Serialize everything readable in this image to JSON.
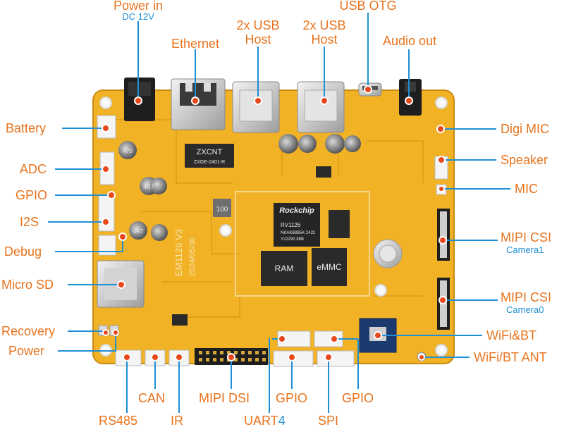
{
  "labels": {
    "power_in": "Power in",
    "dc_12v": "DC 12V",
    "ethernet": "Ethernet",
    "usb_host_1": [
      "2x USB",
      "Host"
    ],
    "usb_host_2": [
      "2x USB",
      "Host"
    ],
    "usb_otg": "USB OTG",
    "audio_out": "Audio out",
    "battery": "Battery",
    "adc": "ADC",
    "gpio_left": "GPIO",
    "i2s": "I2S",
    "debug": "Debug",
    "micro_sd": "Micro SD",
    "recovery": "Recovery",
    "power": "Power",
    "digi_mic": "Digi MIC",
    "speaker": "Speaker",
    "mic": "MIC",
    "mipi_csi_1": "MIPI CSI",
    "camera1": "Camera1",
    "mipi_csi_0": "MIPI CSI",
    "camera0": "Camera0",
    "wifi_bt": "WiFi&BT",
    "wifi_bt_ant": "WiFi/BT ANT",
    "rs485": "RS485",
    "can": "CAN",
    "ir": "IR",
    "mipi_dsi": "MIPI DSI",
    "uart4": "UART",
    "uart4_num": "4",
    "gpio_bottom_1": "GPIO",
    "spi": "SPI",
    "gpio_bottom_2": "GPIO"
  },
  "board": {
    "soc_brand": "Rockchip",
    "soc_model": "RV1126",
    "soc_line2": "NKAK88B5K 2422",
    "soc_line3": "Y22290 88B",
    "ram": "RAM",
    "emmc": "eMMC",
    "eth_chip": "ZXCNT",
    "eth_chip_line2": "ZXGE-2401-R",
    "board_name": "EM1126 V3",
    "board_date": "2024/05/30",
    "inductor": "100",
    "cap_1": "470",
    "cap_2": "4R7",
    "cap_3": "4R7"
  },
  "colors": {
    "board": "#f2b226",
    "board_dark": "#d48d10",
    "label": "#e8731e",
    "sub_label": "#1f8fd6",
    "lead_line": "#1f8fd6",
    "marker": "#e8471c"
  }
}
